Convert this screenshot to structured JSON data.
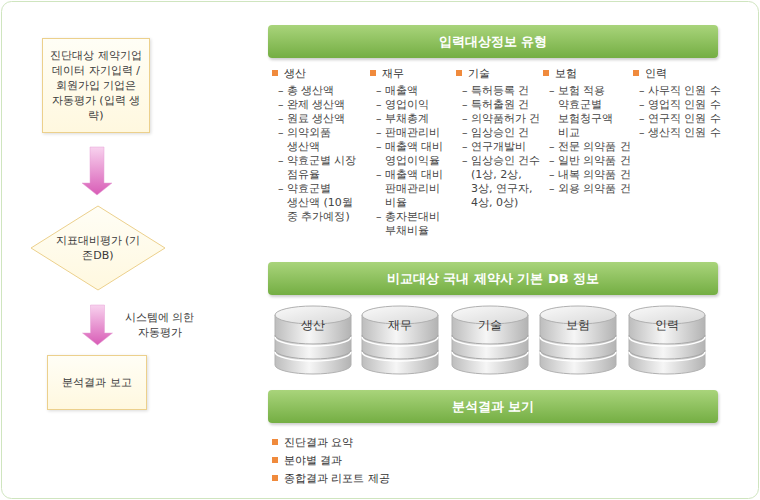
{
  "diagram": {
    "nodes": [
      {
        "text": [
          "진단대상 제약기업 데이터 자기입력 / 회원가입 기업은 자동평가 (입력 생략)"
        ]
      },
      {
        "text": [
          "지표대비평가 (기존DB)"
        ]
      },
      {
        "text": [
          "분석결과 보고"
        ]
      },
      {
        "text": [
          "입력대상정보 유형"
        ]
      },
      {
        "text": [
          "비교대상 국내 제약사 기본 DB 정보"
        ]
      },
      {
        "text": [
          "분석결과 보기"
        ]
      },
      {
        "text": [
          "생산"
        ]
      },
      {
        "text": [
          "재무"
        ]
      },
      {
        "text": [
          "기술"
        ]
      },
      {
        "text": [
          "보험"
        ]
      },
      {
        "text": [
          "인력"
        ]
      }
    ],
    "edges": [
      {
        "from": 0,
        "to": 1,
        "arrow": "to"
      },
      {
        "from": 1,
        "to": 2,
        "arrow": "to",
        "label": "시스템에 의한 자동평가"
      }
    ],
    "labels": [
      "생산",
      "– 총 생산액",
      "– 완제 생산액",
      "– 원료 생산액",
      "– 의약외품 생산액",
      "– 약효군별 시장 점유율",
      "– 약효군별 생산액 (10월 중 추가예정)",
      "재무",
      "– 매출액",
      "– 영업이익",
      "– 부채총계",
      "– 판매관리비",
      "– 매출액 대비 영업이익율",
      "– 매출액 대비 판매관리비 비율",
      "– 총자본대비 부채비율",
      "기술",
      "– 특허등록 건",
      "– 특허출원 건",
      "– 의약품허가 건",
      "– 임상승인 건",
      "– 연구개발비",
      "– 임상승인 건수 (1상, 2상, 3상, 연구자, 4상, 0상)",
      "보험",
      "– 보험 적용 약효군별 보험청구액 비교",
      "– 전문 의약품 건",
      "– 일반 의약품 건",
      "– 내복 의약품 건",
      "– 외용 의약품 건",
      "인력",
      "– 사무직 인원 수",
      "– 영업직 인원 수",
      "– 연구직 인원 수",
      "– 생산직 인원 수",
      "진단결과 요약",
      "분야별 결과",
      "종합결과 리포트 제공"
    ]
  }
}
